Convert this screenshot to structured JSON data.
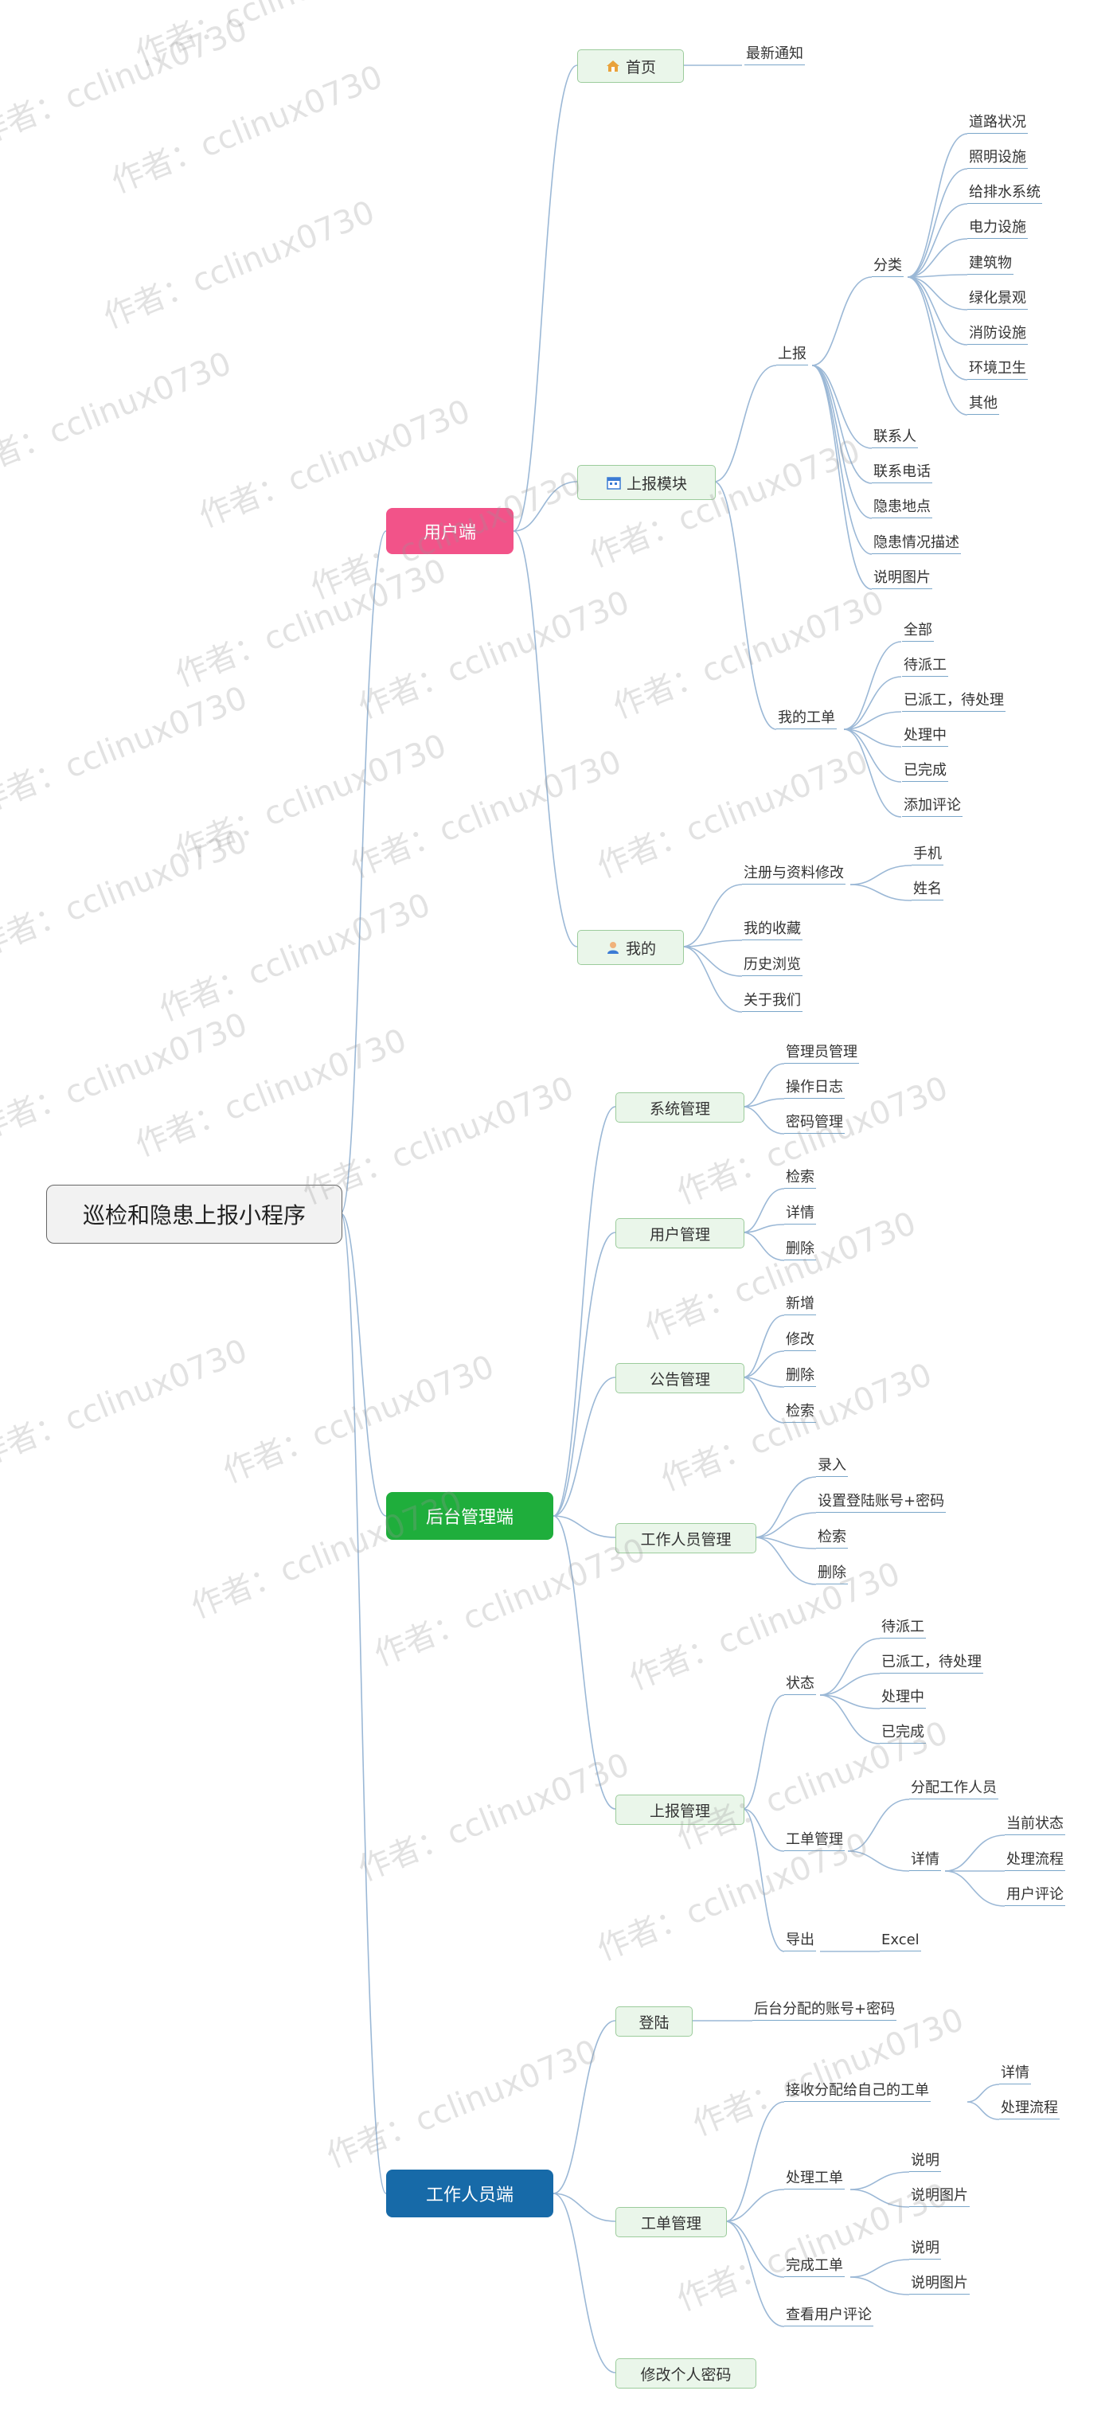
{
  "watermark": "作者：cclinux0730",
  "root": "巡检和隐患上报小程序",
  "branches": {
    "user": "用户端",
    "admin": "后台管理端",
    "worker": "工作人员端"
  },
  "user": {
    "home": "首页",
    "home_notice": "最新通知",
    "report_module": "上报模块",
    "report": "上报",
    "category": "分类",
    "categories": [
      "道路状况",
      "照明设施",
      "给排水系统",
      "电力设施",
      "建筑物",
      "绿化景观",
      "消防设施",
      "环境卫生",
      "其他"
    ],
    "report_fields": [
      "联系人",
      "联系电话",
      "隐患地点",
      "隐患情况描述",
      "说明图片"
    ],
    "my_orders": "我的工单",
    "order_states": [
      "全部",
      "待派工",
      "已派工，待处理",
      "处理中",
      "已完成",
      "添加评论"
    ],
    "mine": "我的",
    "register": "注册与资料修改",
    "register_items": [
      "手机",
      "姓名"
    ],
    "mine_items": [
      "我的收藏",
      "历史浏览",
      "关于我们"
    ]
  },
  "admin": {
    "system": "系统管理",
    "system_items": [
      "管理员管理",
      "操作日志",
      "密码管理"
    ],
    "users": "用户管理",
    "users_items": [
      "检索",
      "详情",
      "删除"
    ],
    "notice": "公告管理",
    "notice_items": [
      "新增",
      "修改",
      "删除",
      "检索"
    ],
    "staff": "工作人员管理",
    "staff_items": [
      "录入",
      "设置登陆账号+密码",
      "检索",
      "删除"
    ],
    "report": "上报管理",
    "status": "状态",
    "status_items": [
      "待派工",
      "已派工，待处理",
      "处理中",
      "已完成"
    ],
    "order_mgmt": "工单管理",
    "assign": "分配工作人员",
    "detail": "详情",
    "detail_items": [
      "当前状态",
      "处理流程",
      "用户评论"
    ],
    "export": "导出",
    "excel": "Excel"
  },
  "worker": {
    "login": "登陆",
    "login_note": "后台分配的账号+密码",
    "orders": "工单管理",
    "receive": "接收分配给自己的工单",
    "receive_items": [
      "详情",
      "处理流程"
    ],
    "process": "处理工单",
    "process_items": [
      "说明",
      "说明图片"
    ],
    "complete": "完成工单",
    "complete_items": [
      "说明",
      "说明图片"
    ],
    "view_comments": "查看用户评论",
    "change_pwd": "修改个人密码"
  },
  "colors": {
    "user": "#f25389",
    "admin": "#1fae3c",
    "worker": "#176aa8",
    "edge": "#9bb8d6",
    "sub_fill": "#eaf6ea",
    "sub_border": "#9ccc9c"
  }
}
